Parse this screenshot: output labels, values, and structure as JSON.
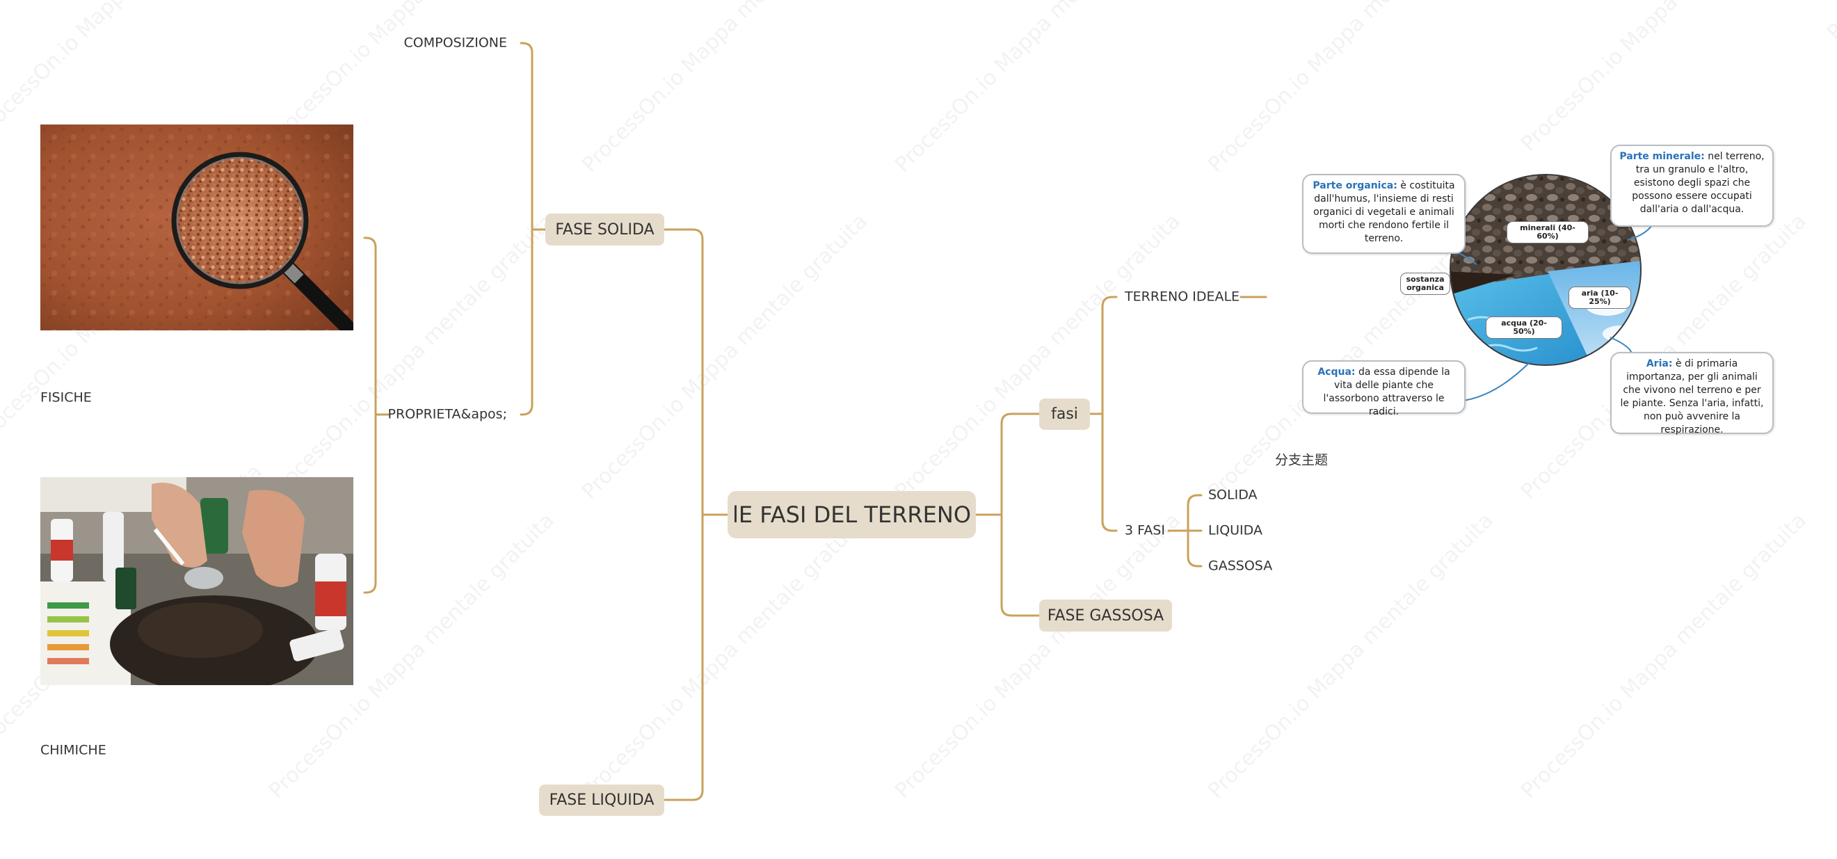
{
  "watermark_text": "ProcessOn.io Mappa mentale gratuita",
  "root": {
    "label": "lE FASI DEL TERRENO"
  },
  "left": {
    "fase_solida": "FASE SOLIDA",
    "fase_liquida": "FASE LIQUIDA",
    "composizione": "COMPOSIZIONE",
    "proprieta": "PROPRIETA&apos;",
    "fisiche": "FISICHE",
    "chimiche": "CHIMICHE"
  },
  "right": {
    "fasi": "fasi",
    "fase_gassosa": "FASE GASSOSA",
    "terreno_ideale": "TERRENO IDEALE",
    "tre_fasi": "3 FASI",
    "solida": "SOLIDA",
    "liquida": "LIQUIDA",
    "gassosa": "GASSOSA",
    "branch_topic": "分支主题"
  },
  "soil_diagram": {
    "organica_title": "Parte organica:",
    "organica_text": " è costituita dall'humus, l'insieme di resti organici di vegetali e animali morti che rendono fertile il terreno.",
    "minerale_title": "Parte minerale:",
    "minerale_text": " nel terreno, tra un granulo e l'altro, esistono degli spazi che possono essere occupati dall'aria o dall'acqua.",
    "acqua_title": "Acqua:",
    "acqua_text": " da essa dipende la vita delle piante che l'assorbono attraverso le radici.",
    "aria_title": "Aria:",
    "aria_text": " è di primaria importanza, per gli animali che vivono nel terreno e per le piante. Senza l'aria, infatti, non può avvenire la respirazione.",
    "label_minerali": "minerali (40-60%)",
    "label_sostanza": "sostanza organica",
    "label_aria": "aria (10-25%)",
    "label_acqua": "acqua (20-50%)"
  },
  "colors": {
    "connector": "#c9a15c",
    "node_fill": "#e6dccb",
    "callout_title": "#2a72b8"
  }
}
